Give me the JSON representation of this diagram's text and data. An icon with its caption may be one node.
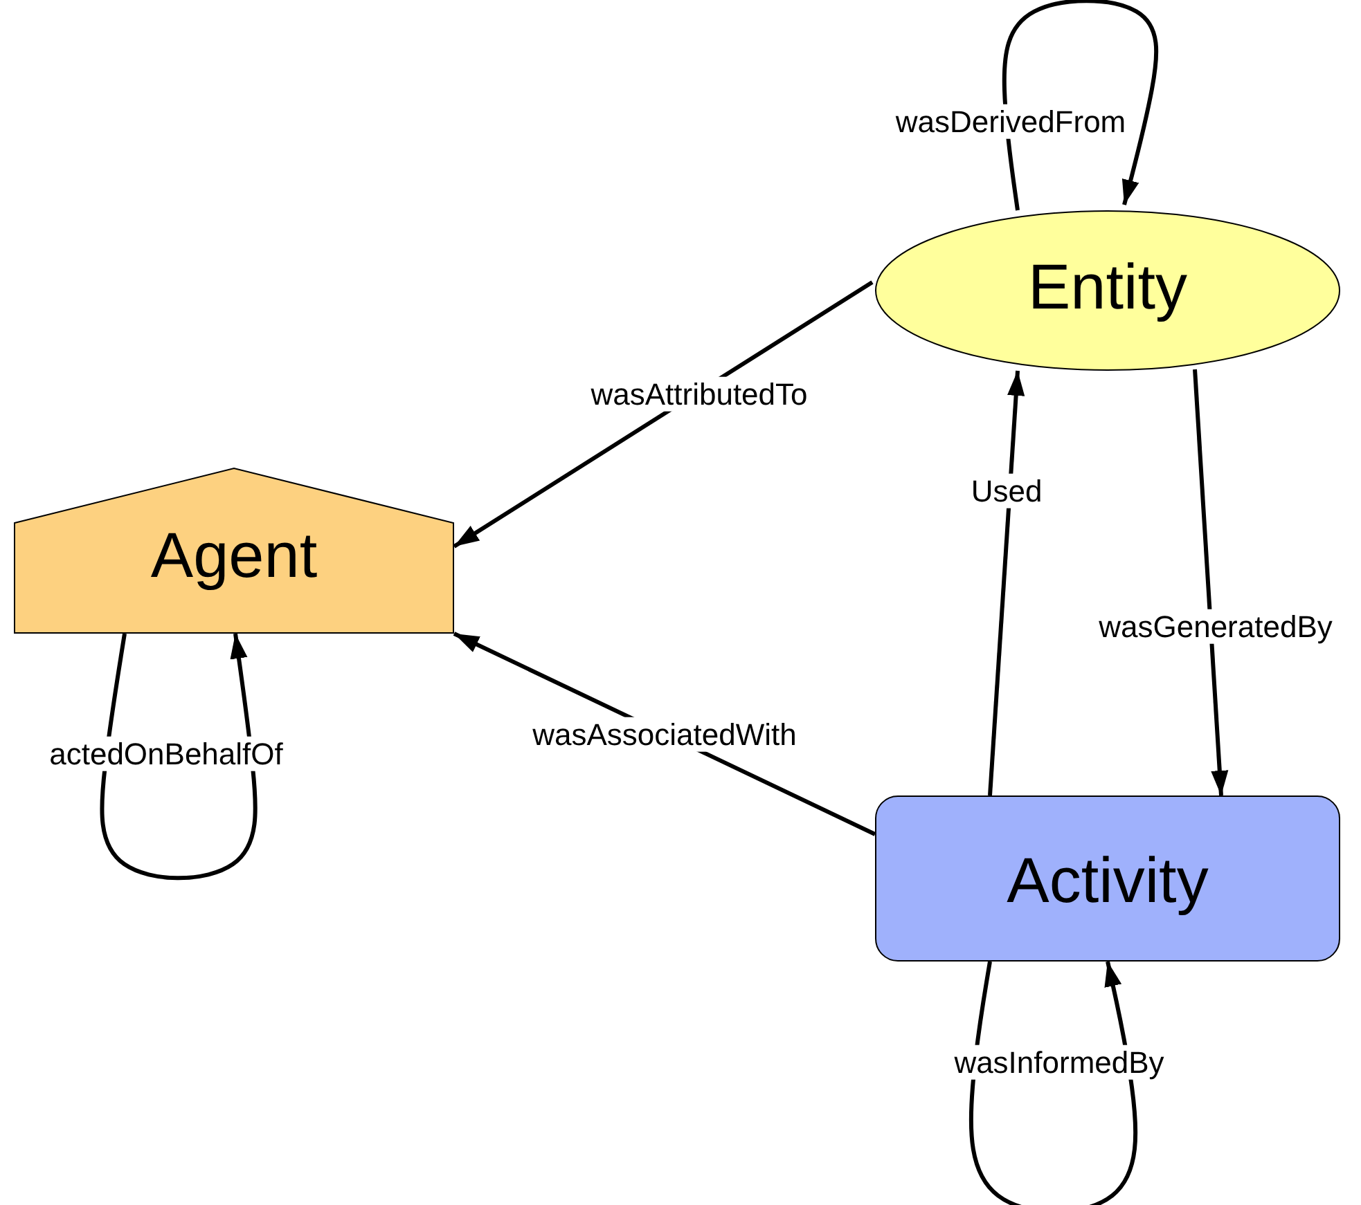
{
  "diagram": {
    "nodes": [
      {
        "text": [
          "Entity"
        ]
      },
      {
        "text": [
          "Agent"
        ]
      },
      {
        "text": [
          "Activity"
        ]
      }
    ],
    "edges": [
      {
        "from": 0,
        "to": 0,
        "arrow": "to",
        "label": "wasDerivedFrom"
      },
      {
        "from": 0,
        "to": 1,
        "arrow": "to",
        "label": "wasAttributedTo"
      },
      {
        "from": 2,
        "to": 0,
        "arrow": "to",
        "label": "Used"
      },
      {
        "from": 0,
        "to": 2,
        "arrow": "to",
        "label": "wasGeneratedBy"
      },
      {
        "from": 2,
        "to": 1,
        "arrow": "to",
        "label": "wasAssociatedWith"
      },
      {
        "from": 1,
        "to": 1,
        "arrow": "to",
        "label": "actedOnBehalfOf"
      },
      {
        "from": 2,
        "to": 2,
        "arrow": "to",
        "label": "wasInformedBy"
      }
    ]
  }
}
